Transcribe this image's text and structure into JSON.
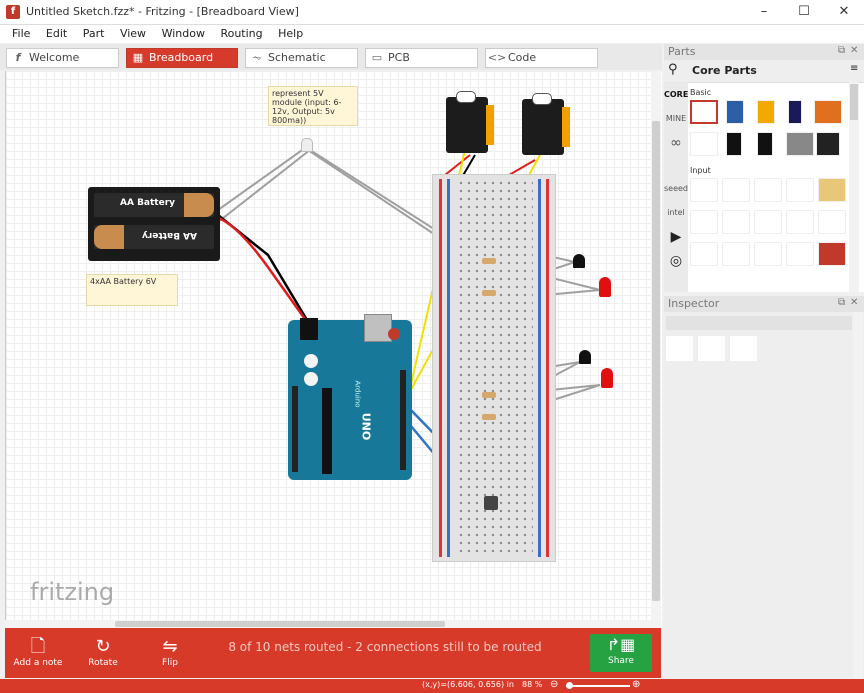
{
  "window": {
    "title": "Untitled Sketch.fzz* - Fritzing - [Breadboard View]",
    "app_icon": "f",
    "minimize": "–",
    "maximize": "☐",
    "close": "✕"
  },
  "menu": [
    "File",
    "Edit",
    "Part",
    "View",
    "Window",
    "Routing",
    "Help"
  ],
  "tabs": [
    {
      "label": "Welcome",
      "icon": "f",
      "active": false
    },
    {
      "label": "Breadboard",
      "icon": "▦",
      "active": true
    },
    {
      "label": "Schematic",
      "icon": "⏦",
      "active": false
    },
    {
      "label": "PCB",
      "icon": "▭",
      "active": false
    },
    {
      "label": "Code",
      "icon": "<>",
      "active": false
    }
  ],
  "canvas": {
    "watermark": "fritzing",
    "note_module": "represent 5V module (input: 6-12v, Output: 5v 800ma))",
    "note_battery": "4xAA Battery 6V",
    "battery_top_label": "AA Battery",
    "battery_bottom_label": "AA Battery",
    "arduino_label": "UNO",
    "arduino_brand": "Arduino"
  },
  "bottom_toolbar": {
    "add_note": "Add a note",
    "rotate": "Rotate",
    "flip": "Flip",
    "share": "Share",
    "routing_status": "8 of 10 nets routed - 2 connections still to be routed"
  },
  "status_bar": {
    "coords": "(x,y)=(6.606, 0.656) in",
    "zoom": "88 %"
  },
  "parts": {
    "title": "Parts",
    "search_title": "Core Parts",
    "bins": [
      "CORE",
      "MINE",
      "∞",
      "seeed",
      "intel"
    ],
    "section_basic": "Basic",
    "section_input": "Input"
  },
  "inspector": {
    "title": "Inspector"
  },
  "colors": {
    "accent_red": "#d83a2a",
    "share_green": "#27a243",
    "arduino_blue": "#17789a"
  }
}
